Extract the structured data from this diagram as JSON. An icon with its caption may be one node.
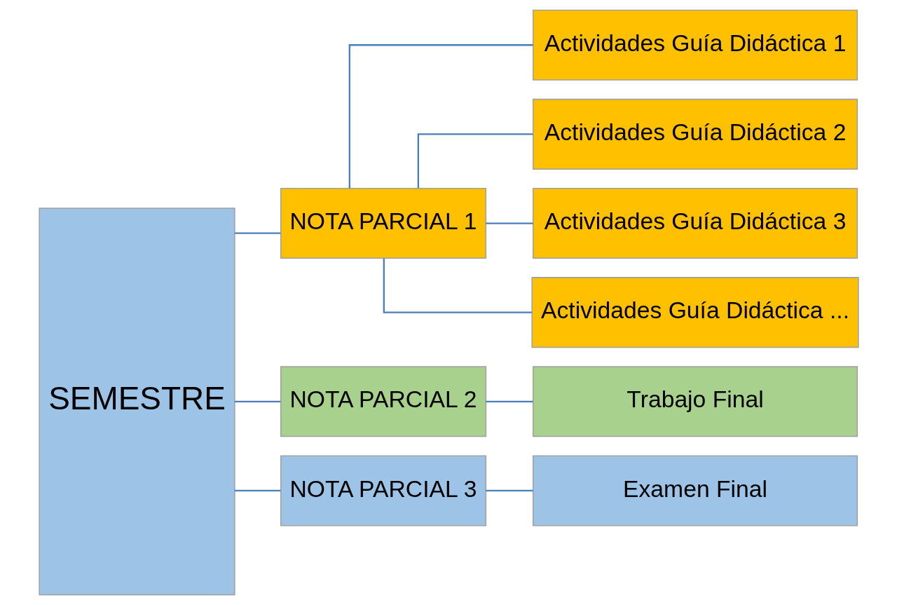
{
  "diagram": {
    "nodes": [
      {
        "text": [
          "SEMESTRE"
        ]
      },
      {
        "text": [
          "NOTA PARCIAL 1"
        ]
      },
      {
        "text": [
          "NOTA PARCIAL 2"
        ]
      },
      {
        "text": [
          "NOTA PARCIAL 3"
        ]
      },
      {
        "text": [
          "Actividades Guía Didáctica 1"
        ]
      },
      {
        "text": [
          "Actividades Guía Didáctica 2"
        ]
      },
      {
        "text": [
          "Actividades Guía Didáctica 3"
        ]
      },
      {
        "text": [
          "Actividades Guía Didáctica ..."
        ]
      },
      {
        "text": [
          "Trabajo Final"
        ]
      },
      {
        "text": [
          "Examen Final"
        ]
      }
    ],
    "edges": [
      {
        "from": 0,
        "to": 1,
        "arrow": "none"
      },
      {
        "from": 0,
        "to": 2,
        "arrow": "none"
      },
      {
        "from": 0,
        "to": 3,
        "arrow": "none"
      },
      {
        "from": 1,
        "to": 4,
        "arrow": "none"
      },
      {
        "from": 1,
        "to": 5,
        "arrow": "none"
      },
      {
        "from": 1,
        "to": 6,
        "arrow": "none"
      },
      {
        "from": 1,
        "to": 7,
        "arrow": "none"
      },
      {
        "from": 2,
        "to": 8,
        "arrow": "none"
      },
      {
        "from": 3,
        "to": 9,
        "arrow": "none"
      }
    ]
  }
}
